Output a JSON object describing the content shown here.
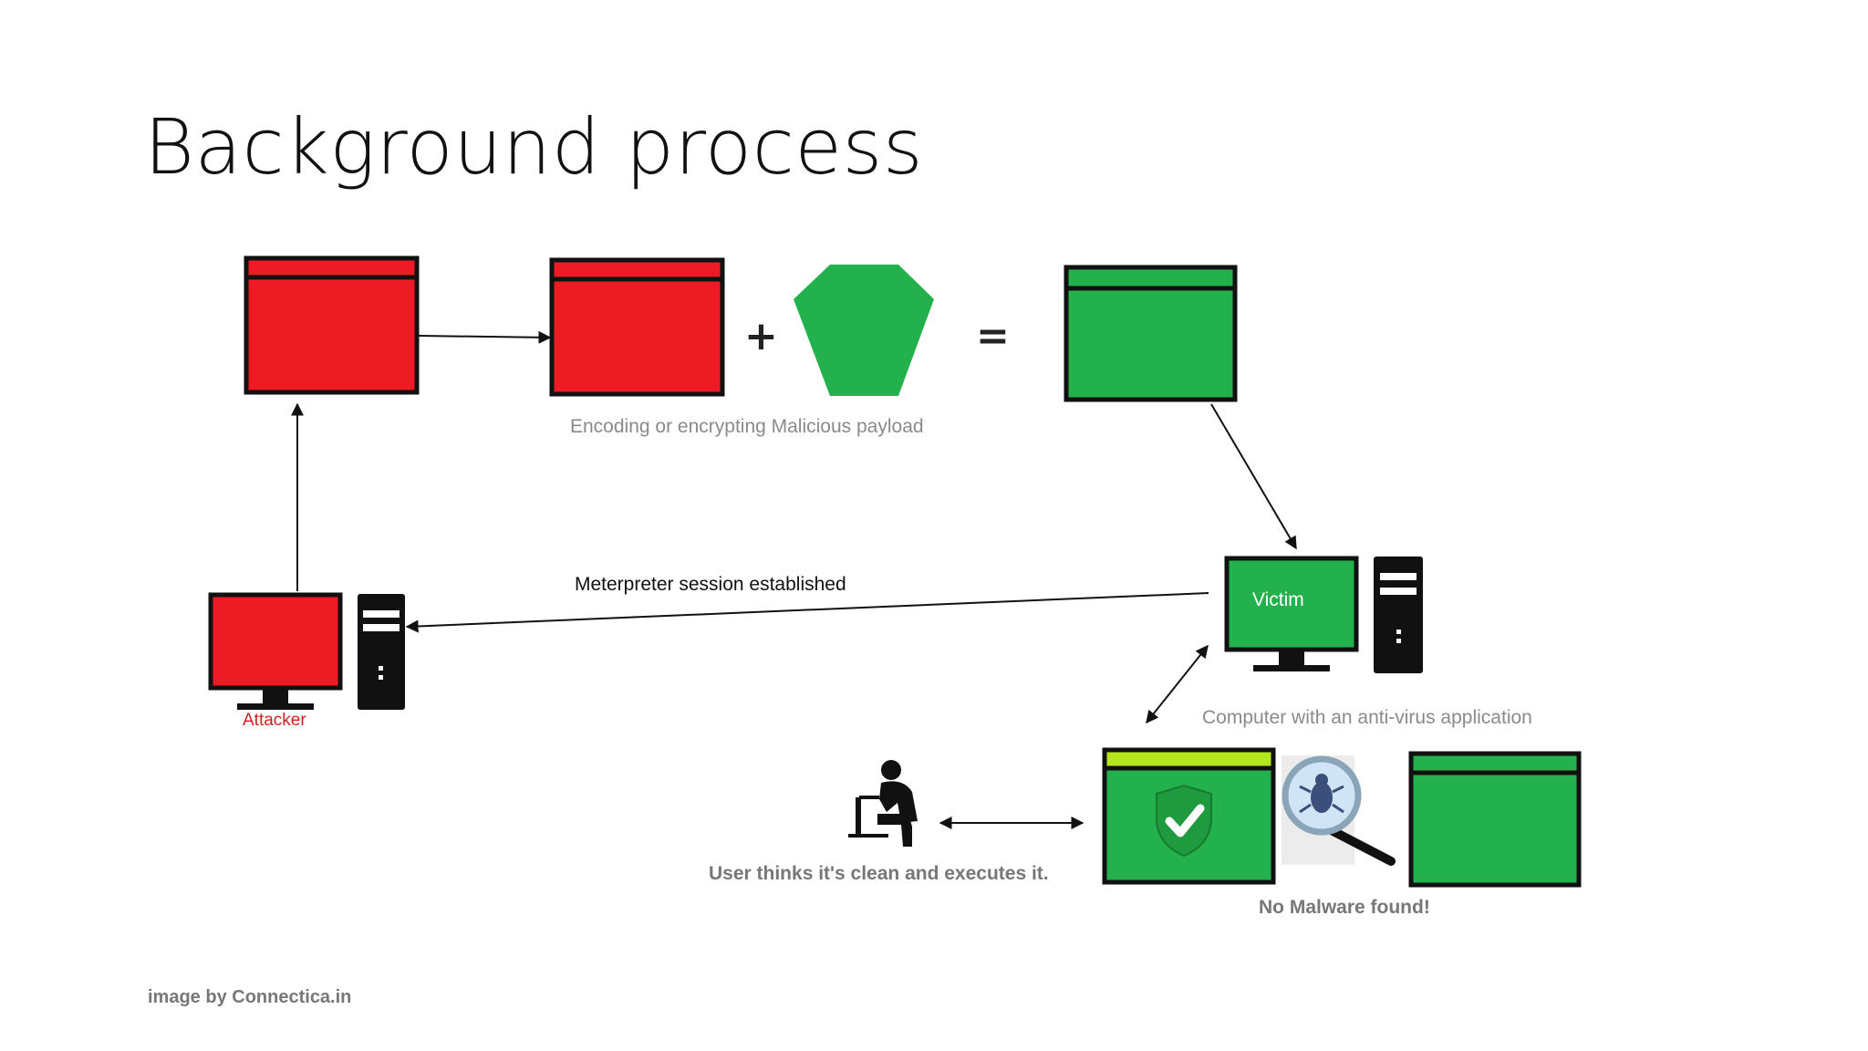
{
  "slide": {
    "title": "Background process"
  },
  "diagram": {
    "operators": {
      "plus": "+",
      "equals": "="
    },
    "labels": {
      "encoding": "Encoding or encrypting Malicious payload",
      "session": "Meterpreter session established",
      "victim": "Victim",
      "attacker": "Attacker",
      "antivirus": "Computer with an anti-virus application",
      "user": "User thinks it's clean and executes it.",
      "no_malware": "No Malware found!",
      "credit": "image by Connectica.in"
    },
    "colors": {
      "malicious_red": "#ed1c24",
      "clean_green": "#22b14c",
      "bar_lime": "#b5e61d",
      "outline": "#111111"
    },
    "icons": [
      "red-window-icon",
      "green-hexagon-icon",
      "green-window-icon",
      "monitor-icon",
      "tower-pc-icon",
      "shield-check-icon",
      "magnifier-bug-icon",
      "user-at-computer-icon"
    ]
  }
}
